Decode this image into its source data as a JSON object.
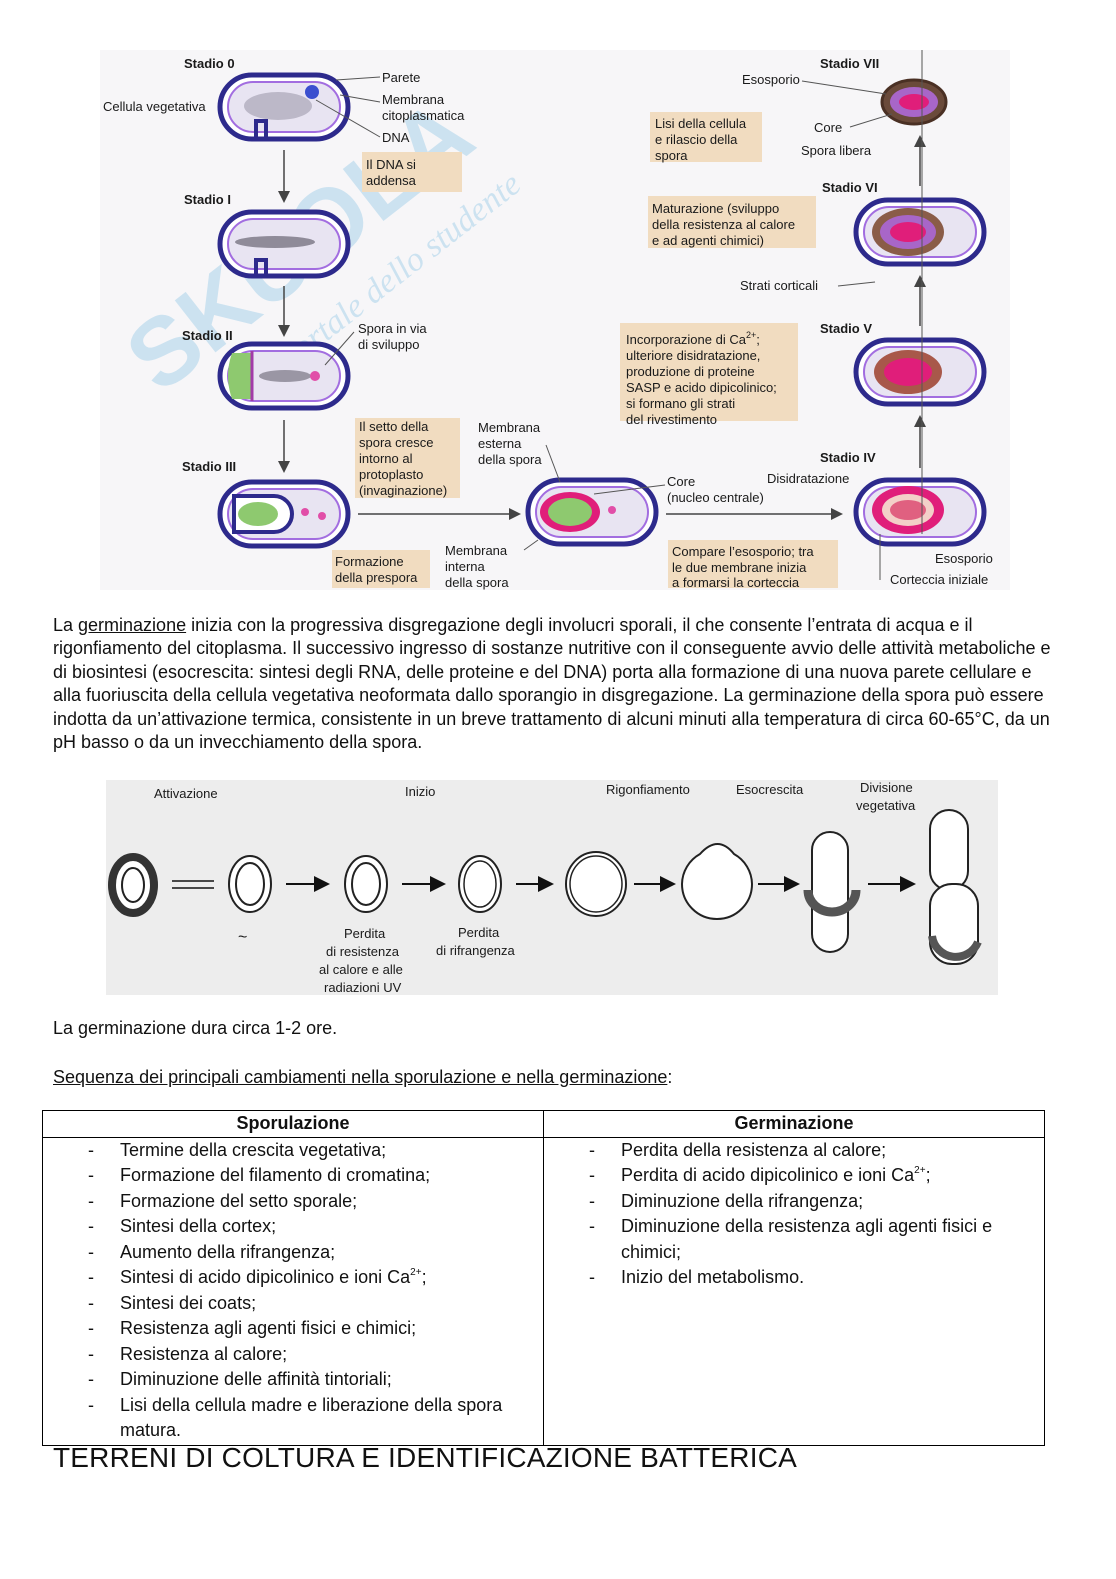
{
  "sporulation_figure": {
    "stages": {
      "s0": "Stadio 0",
      "s1": "Stadio I",
      "s2": "Stadio II",
      "s3": "Stadio III",
      "s4": "Stadio IV",
      "s5": "Stadio V",
      "s6": "Stadio VI",
      "s7": "Stadio VII"
    },
    "labels": {
      "cellula_vegetativa": "Cellula vegetativa",
      "parete": "Parete",
      "membrana_1": "Membrana",
      "membrana_2": "citoplasmatica",
      "dna": "DNA",
      "dna_addensa_1": "Il DNA si",
      "dna_addensa_2": "addensa",
      "spora_sviluppo_1": "Spora in via",
      "spora_sviluppo_2": "di sviluppo",
      "setto_1": "Il setto della",
      "setto_2": "spora cresce",
      "setto_3": "intorno al",
      "setto_4": "protoplasto",
      "setto_5": "(invaginazione)",
      "prespora_1": "Formazione",
      "prespora_2": "della prespora",
      "mem_interna_1": "Membrana",
      "mem_interna_2": "interna",
      "mem_interna_3": "della spora",
      "mem_esterna_1": "Membrana",
      "mem_esterna_2": "esterna",
      "mem_esterna_3": "della spora",
      "core_1": "Core",
      "core_2": "(nucleo centrale)",
      "esosporio_box_1": "Compare l’esosporio; tra",
      "esosporio_box_2": "le due membrane inizia",
      "esosporio_box_3": "a formarsi la corteccia",
      "disidratazione": "Disidratazione",
      "esosporio": "Esosporio",
      "corteccia_iniziale": "Corteccia iniziale",
      "calcio_1": "Incorporazione di Ca",
      "calcio_sup": "2+",
      "calcio_2": "ulteriore disidratazione,",
      "calcio_3": "produzione di proteine",
      "calcio_4": "SASP e acido dipicolinico;",
      "calcio_5": "si formano gli strati",
      "calcio_6": "del rivestimento",
      "maturazione_1": "Maturazione (sviluppo",
      "maturazione_2": "della resistenza al calore",
      "maturazione_3": "e ad agenti chimici)",
      "strati_corticali": "Strati corticali",
      "lisi_1": "Lisi della cellula",
      "lisi_2": "e rilascio della",
      "lisi_3": "spora",
      "esosporio_top": "Esosporio",
      "core_top": "Core",
      "spora_libera": "Spora libera"
    },
    "watermark": "SKUOLA.net il portale dello studente"
  },
  "paragraph": {
    "germ_word": "germinazione",
    "p1_lead": "La ",
    "p1_rest": " inizia con la progressiva disgregazione degli involucri sporali, il che consente l’entrata di acqua e il rigonfiamento del citoplasma. Il successivo ingresso di sostanze nutritive con il conseguente avvio delle attività metaboliche e di biosintesi (esocrescita: sintesi degli RNA, delle proteine e del DNA) porta alla formazione di una nuova parete cellulare e alla fuoriuscita della cellula vegetativa neoformata dallo sporangio in disgregazione. La germinazione della spora può essere indotta da un’attivazione termica, consistente in un breve trattamento di alcuni minuti alla temperatura di circa 60-65°C, da un pH basso o da un invecchiamento della spora."
  },
  "germination_figure": {
    "attivazione": "Attivazione",
    "inizio": "Inizio",
    "rigonfiamento": "Rigonfiamento",
    "esocrescita": "Esocrescita",
    "divisione_1": "Divisione",
    "divisione_2": "vegetativa",
    "tilde": "~",
    "perdita_res_1": "Perdita",
    "perdita_res_2": "di resistenza",
    "perdita_res_3": "al calore e alle",
    "perdita_res_4": "radiazioni UV",
    "perdita_rifr_1": "Perdita",
    "perdita_rifr_2": "di rifrangenza"
  },
  "duration": "La germinazione dura circa 1-2 ore.",
  "sequence_title": "Sequenza dei principali cambiamenti nella sporulazione e nella germinazione",
  "sequence_colon": ":",
  "table": {
    "col1": "Sporulazione",
    "col2": "Germinazione",
    "dash": "-",
    "sup": "2+",
    "spor": [
      "Termine della crescita vegetativa;",
      "Formazione del filamento di cromatina;",
      "Formazione del setto sporale;",
      "Sintesi della cortex;",
      "Aumento della rifrangenza;",
      "Sintesi di acido dipicolinico e ioni Ca",
      ";",
      "Sintesi dei coats;",
      "Resistenza agli agenti fisici e chimici;",
      "Resistenza al calore;",
      "Diminuzione delle affinità tintoriali;",
      "Lisi della cellula madre e liberazione della spora matura."
    ],
    "germ": [
      "Perdita della resistenza al calore;",
      "Perdita di acido dipicolinico e ioni Ca",
      ";",
      "Diminuzione della rifrangenza;",
      "Diminuzione della resistenza agli agenti fisici e chimici;",
      "Inizio del metabolismo."
    ]
  },
  "section_heading": "TERRENI DI COLTURA E IDENTIFICAZIONE BATTERICA"
}
